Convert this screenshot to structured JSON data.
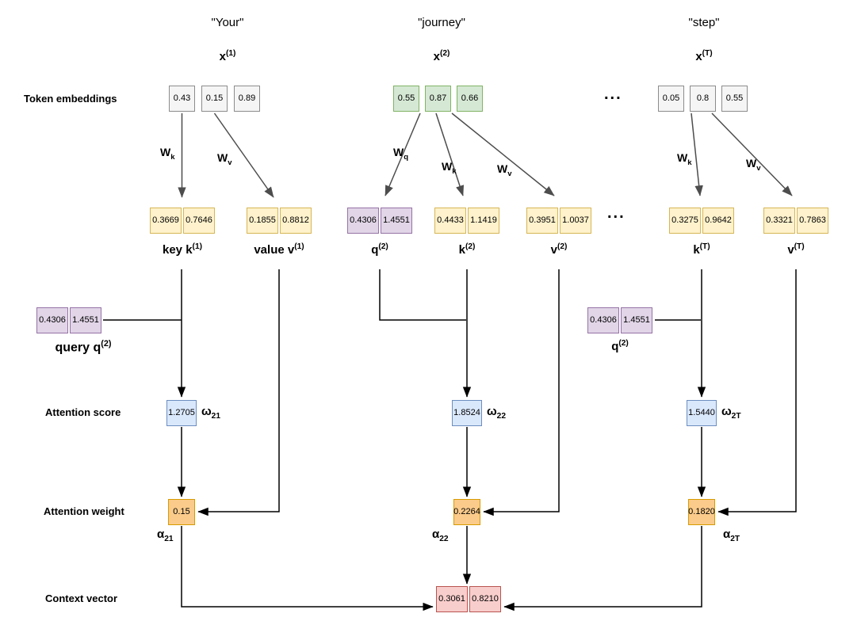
{
  "row_labels": {
    "embeddings": "Token embeddings",
    "score": "Attention score",
    "weight": "Attention weight",
    "context": "Context vector"
  },
  "ellipsis_top": "...",
  "ellipsis_mid": "...",
  "words": {
    "w1": "\"Your\"",
    "w2": "\"journey\"",
    "w3": "\"step\""
  },
  "x_labels": {
    "x1": {
      "base": "x",
      "sup": "(1)"
    },
    "x2": {
      "base": "x",
      "sup": "(2)"
    },
    "xT": {
      "base": "x",
      "sup": "(T)"
    }
  },
  "embeddings": {
    "your": [
      "0.43",
      "0.15",
      "0.89"
    ],
    "journey": [
      "0.55",
      "0.87",
      "0.66"
    ],
    "step": [
      "0.05",
      "0.8",
      "0.55"
    ]
  },
  "w_labels": {
    "wk1": {
      "base": "W",
      "sub": "k"
    },
    "wv1": {
      "base": "W",
      "sub": "v"
    },
    "wq2": {
      "base": "W",
      "sub": "q"
    },
    "wk2": {
      "base": "W",
      "sub": "k"
    },
    "wv2": {
      "base": "W",
      "sub": "v"
    },
    "wkT": {
      "base": "W",
      "sub": "k"
    },
    "wvT": {
      "base": "W",
      "sub": "v"
    }
  },
  "vectors": {
    "k1": {
      "v0": "0.3669",
      "v1": "0.7646",
      "label": {
        "base": "key k",
        "sup": "(1)"
      }
    },
    "v1": {
      "v0": "0.1855",
      "v1": "0.8812",
      "label": {
        "base": "value v",
        "sup": "(1)"
      }
    },
    "q2": {
      "v0": "0.4306",
      "v1": "1.4551",
      "label": {
        "base": "q",
        "sup": "(2)"
      }
    },
    "k2": {
      "v0": "0.4433",
      "v1": "1.1419",
      "label": {
        "base": "k",
        "sup": "(2)"
      }
    },
    "v2": {
      "v0": "0.3951",
      "v1": "1.0037",
      "label": {
        "base": "v",
        "sup": "(2)"
      }
    },
    "kT": {
      "v0": "0.3275",
      "v1": "0.9642",
      "label": {
        "base": "k",
        "sup": "(T)"
      }
    },
    "vT": {
      "v0": "0.3321",
      "v1": "0.7863",
      "label": {
        "base": "v",
        "sup": "(T)"
      }
    }
  },
  "queries": {
    "left": {
      "v0": "0.4306",
      "v1": "1.4551",
      "label": {
        "base": "query q",
        "sup": "(2)"
      }
    },
    "right": {
      "v0": "0.4306",
      "v1": "1.4551",
      "label": {
        "base": "q",
        "sup": "(2)"
      }
    }
  },
  "scores": {
    "s21": {
      "value": "1.2705",
      "label": {
        "base": "ω",
        "sub": "21"
      }
    },
    "s22": {
      "value": "1.8524",
      "label": {
        "base": "ω",
        "sub": "22"
      }
    },
    "s2T": {
      "value": "1.5440",
      "label": {
        "base": "ω",
        "sub": "2T"
      }
    }
  },
  "weights": {
    "a21": {
      "value": "0.15",
      "label": {
        "base": "α",
        "sub": "21"
      }
    },
    "a22": {
      "value": "0.2264",
      "label": {
        "base": "α",
        "sub": "22"
      }
    },
    "a2T": {
      "value": "0.1820",
      "label": {
        "base": "α",
        "sub": "2T"
      }
    }
  },
  "context": {
    "v0": "0.3061",
    "v1": "0.8210"
  },
  "colors": {
    "gray_fill": "#f5f5f5",
    "gray_border": "#8c8c8c",
    "green_fill": "#d5e8d4",
    "green_border": "#82b366",
    "yellow_fill": "#fff2cc",
    "yellow_border": "#d6b656",
    "purple_fill": "#e1d5e7",
    "purple_border": "#9673a6",
    "blue_fill": "#dae8fc",
    "blue_border": "#6c8ebf",
    "orange_fill": "#fbcb8b",
    "orange_border": "#d79b00",
    "red_fill": "#f8cecc",
    "red_border": "#b85450",
    "arrow_gray": "#4d4d4d",
    "arrow_black": "#000000"
  }
}
